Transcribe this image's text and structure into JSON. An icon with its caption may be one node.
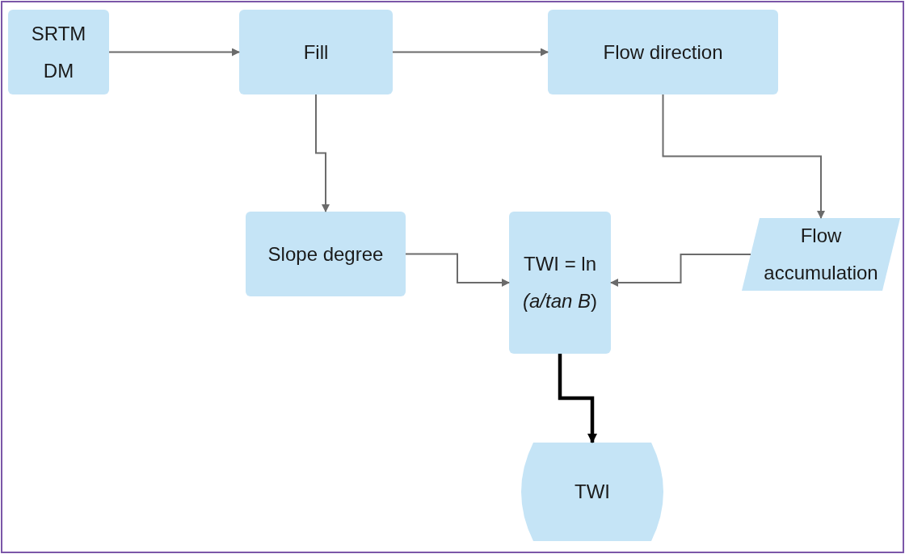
{
  "diagram": {
    "nodes": [
      {
        "text": [
          "SRTM DM"
        ]
      },
      {
        "text": [
          "Fill"
        ]
      },
      {
        "text": [
          "Flow direction"
        ]
      },
      {
        "text": [
          "Slope degree"
        ]
      },
      {
        "text": [
          "TWI = ln *(a/tan B*)"
        ]
      },
      {
        "text": [
          "Flow accumulation"
        ]
      },
      {
        "text": [
          "TWI"
        ]
      }
    ],
    "edges": [
      {
        "from": 0,
        "to": 1,
        "arrow": "to"
      },
      {
        "from": 1,
        "to": 2,
        "arrow": "to"
      },
      {
        "from": 1,
        "to": 3,
        "arrow": "to"
      },
      {
        "from": 2,
        "to": 5,
        "arrow": "to"
      },
      {
        "from": 3,
        "to": 4,
        "arrow": "to"
      },
      {
        "from": 5,
        "to": 4,
        "arrow": "to"
      },
      {
        "from": 4,
        "to": 6,
        "arrow": "to",
        "style": "thick",
        "color": "#000000"
      }
    ]
  }
}
